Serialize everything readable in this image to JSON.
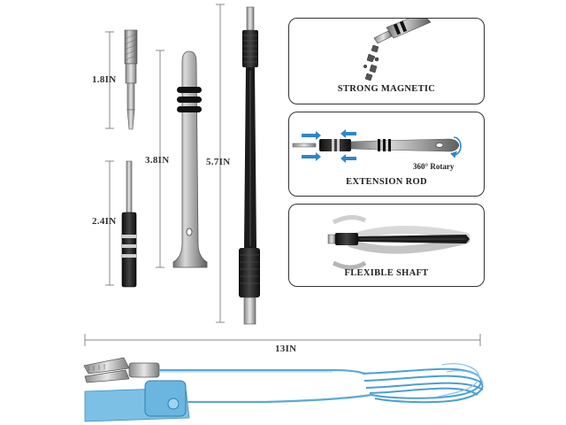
{
  "dimensions": {
    "bit_length": "1.8IN",
    "extension_bit_length": "2.4IN",
    "handle_length": "3.8IN",
    "flexible_shaft_length": "5.7IN",
    "strap_length": "13IN"
  },
  "panels": {
    "magnetic": {
      "caption": "STRONG MAGNETIC"
    },
    "extension": {
      "caption": "EXTENSION ROD",
      "rotary_degrees": "360°",
      "rotary_label": "Rotary"
    },
    "flexible": {
      "caption": "FLEXIBLE SHAFT"
    }
  },
  "colors": {
    "handle_silver": "#a9a9a9",
    "shaft_black": "#1b1b1b",
    "strap_blue": "#5aa9d6",
    "arrow_blue": "#2e86c9"
  }
}
